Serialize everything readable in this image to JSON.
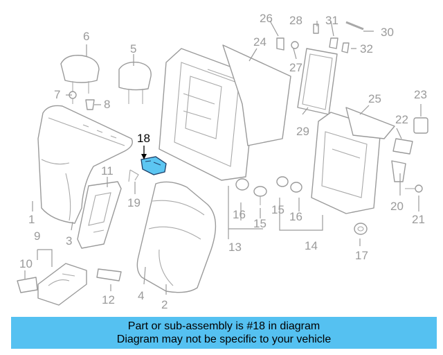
{
  "diagram": {
    "callouts": [
      "1",
      "2",
      "3",
      "4",
      "5",
      "6",
      "7",
      "8",
      "9",
      "10",
      "11",
      "12",
      "13",
      "14",
      "15",
      "16",
      "17",
      "18",
      "19",
      "20",
      "21",
      "22",
      "23",
      "24",
      "25",
      "26",
      "27",
      "28",
      "29",
      "30",
      "31",
      "32"
    ],
    "highlighted_part": "18",
    "colors": {
      "highlight": "#5cc6f2",
      "line": "#9a9a9a",
      "banner": "#55c1f1"
    }
  },
  "banner": {
    "line1": "Part or sub-assembly is #18 in diagram",
    "line2": "Diagram may not be specific to your vehicle"
  }
}
